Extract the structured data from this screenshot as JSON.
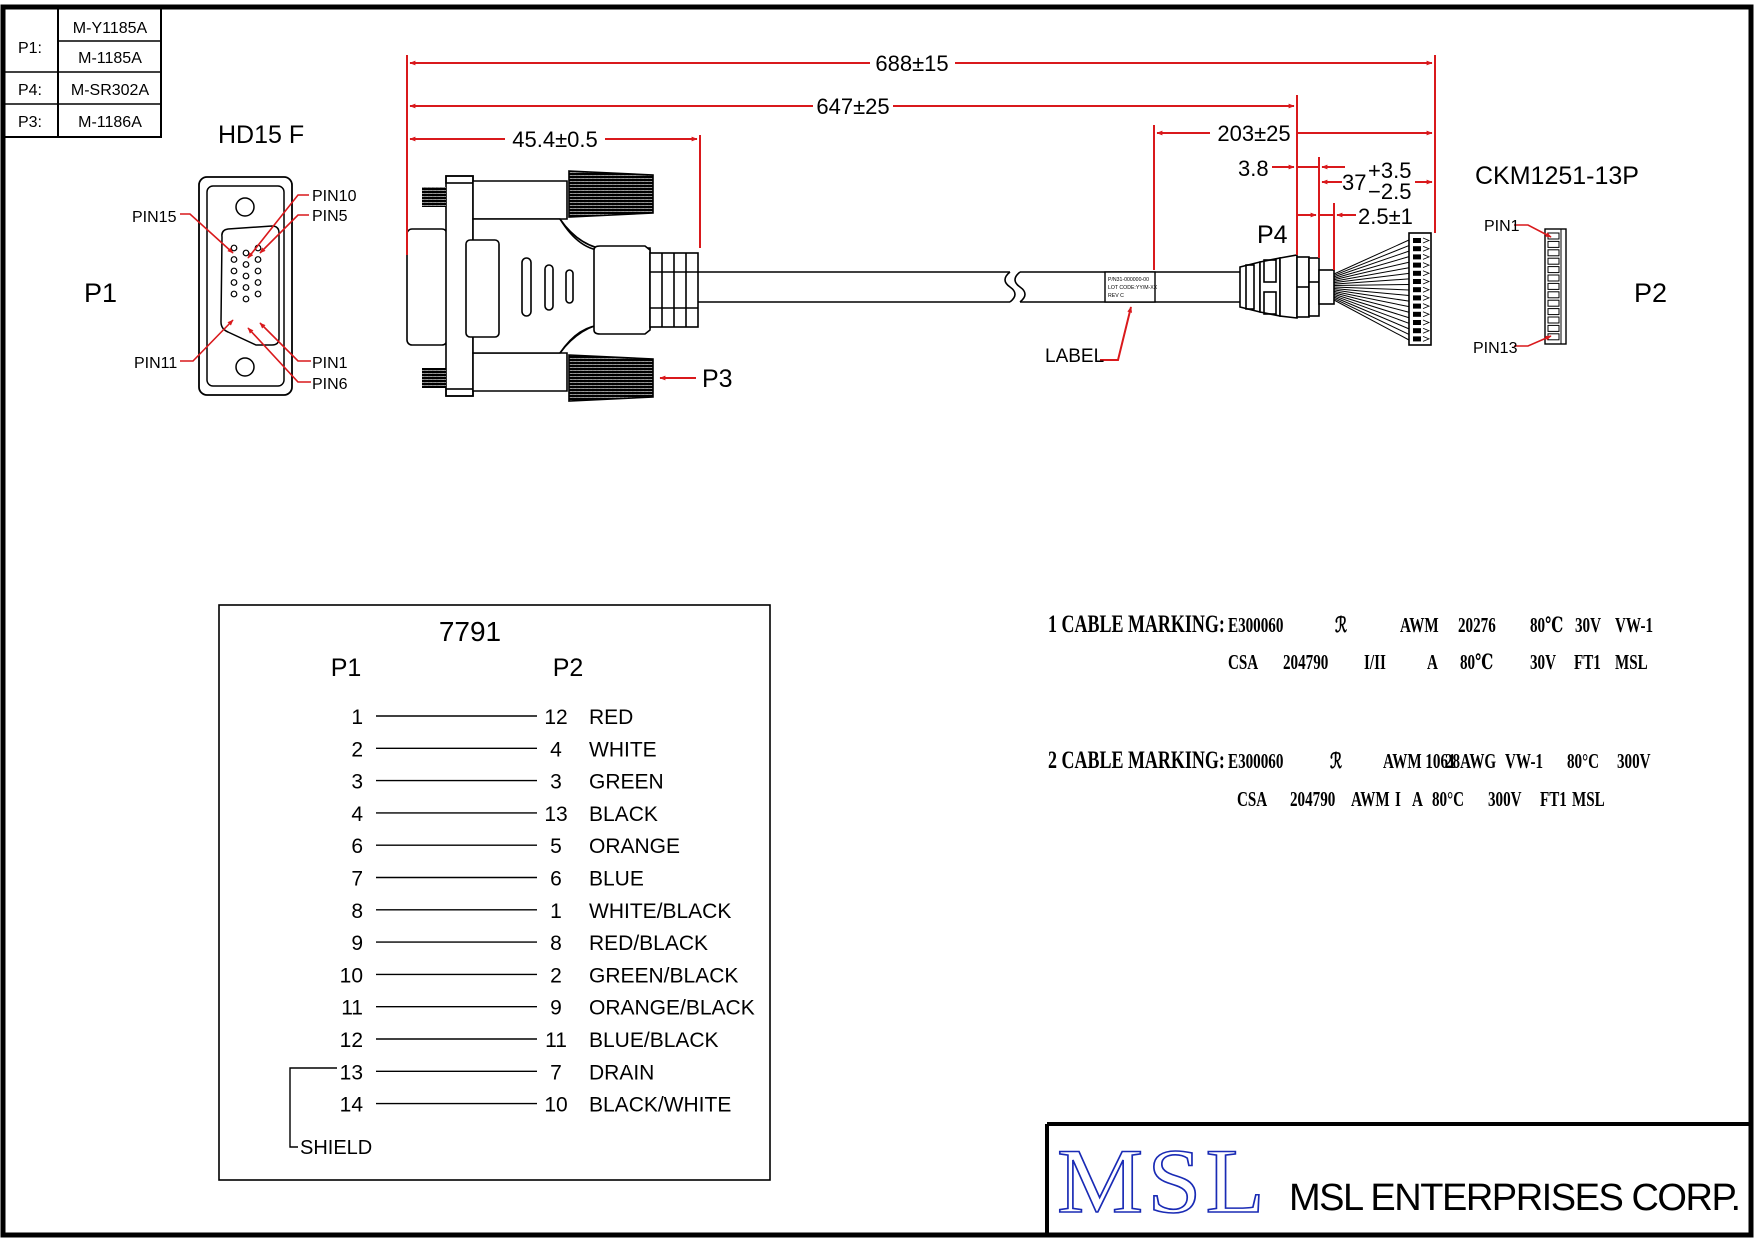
{
  "parts_table": {
    "rows": [
      {
        "ref": "P1:",
        "parts": [
          "M-Y1185A",
          "M-1185A"
        ]
      },
      {
        "ref": "P4:",
        "parts": [
          "M-SR302A"
        ]
      },
      {
        "ref": "P3:",
        "parts": [
          "M-1186A"
        ]
      }
    ]
  },
  "p1_connector": {
    "ref": "P1",
    "type": "HD15 F",
    "pin_labels": {
      "pin15": "PIN15",
      "pin10": "PIN10",
      "pin5": "PIN5",
      "pin11": "PIN11",
      "pin1": "PIN1",
      "pin6": "PIN6"
    }
  },
  "p2_connector": {
    "ref": "P2",
    "type": "CKM1251-13P",
    "pin_labels": {
      "pin1": "PIN1",
      "pin13": "PIN13"
    },
    "pin_count": 13
  },
  "callouts": {
    "p3": "P3",
    "p4": "P4",
    "label": "LABEL"
  },
  "cable_label_text": [
    "P/N31-000000-00",
    "LOT CODE:YY/M-XX",
    "REV C"
  ],
  "dimensions": {
    "overall": "688±15",
    "to_p4": "647±25",
    "p1_overmold": "45.4±0.5",
    "label_pos": "203±25",
    "p4_width": "3.8",
    "breakout_base": "37",
    "breakout_tol_plus": "+3.5",
    "breakout_tol_minus": "−2.5",
    "strip": "2.5±1"
  },
  "wiring": {
    "title": "7791",
    "col_p1": "P1",
    "col_p2": "P2",
    "rows": [
      {
        "p1": "1",
        "p2": "12",
        "color": "RED"
      },
      {
        "p1": "2",
        "p2": "4",
        "color": "WHITE"
      },
      {
        "p1": "3",
        "p2": "3",
        "color": "GREEN"
      },
      {
        "p1": "4",
        "p2": "13",
        "color": "BLACK"
      },
      {
        "p1": "6",
        "p2": "5",
        "color": "ORANGE"
      },
      {
        "p1": "7",
        "p2": "6",
        "color": "BLUE"
      },
      {
        "p1": "8",
        "p2": "1",
        "color": "WHITE/BLACK"
      },
      {
        "p1": "9",
        "p2": "8",
        "color": "RED/BLACK"
      },
      {
        "p1": "10",
        "p2": "2",
        "color": "GREEN/BLACK"
      },
      {
        "p1": "11",
        "p2": "9",
        "color": "ORANGE/BLACK"
      },
      {
        "p1": "12",
        "p2": "11",
        "color": "BLUE/BLACK"
      },
      {
        "p1": "13",
        "p2": "7",
        "color": "DRAIN"
      },
      {
        "p1": "14",
        "p2": "10",
        "color": "BLACK/WHITE"
      }
    ],
    "shield_label": "SHIELD"
  },
  "cable_markings": [
    {
      "label": "1 CABLE MARKING:",
      "line1": [
        "E300060",
        "ℛ",
        "AWM",
        "20276",
        "80℃",
        "30V",
        "VW-1"
      ],
      "line2": [
        "CSA",
        "204790",
        "I/II",
        "A",
        "80℃",
        "30V",
        "FT1",
        "MSL"
      ]
    },
    {
      "label": "2 CABLE MARKING:",
      "line1": [
        "E300060",
        "ℛ",
        "AWM 1061",
        "28AWG",
        "VW-1",
        "80°C",
        "300V"
      ],
      "line2": [
        "CSA",
        "204790",
        "AWM",
        "I",
        "A",
        "80°C",
        "300V",
        "FT1",
        "MSL"
      ]
    }
  ],
  "title_block": {
    "logo": "MSL",
    "company": "MSL ENTERPRISES CORP."
  },
  "colors": {
    "dimension": "#d9191c",
    "line": "#000000",
    "logo": "#1a2bb5"
  }
}
